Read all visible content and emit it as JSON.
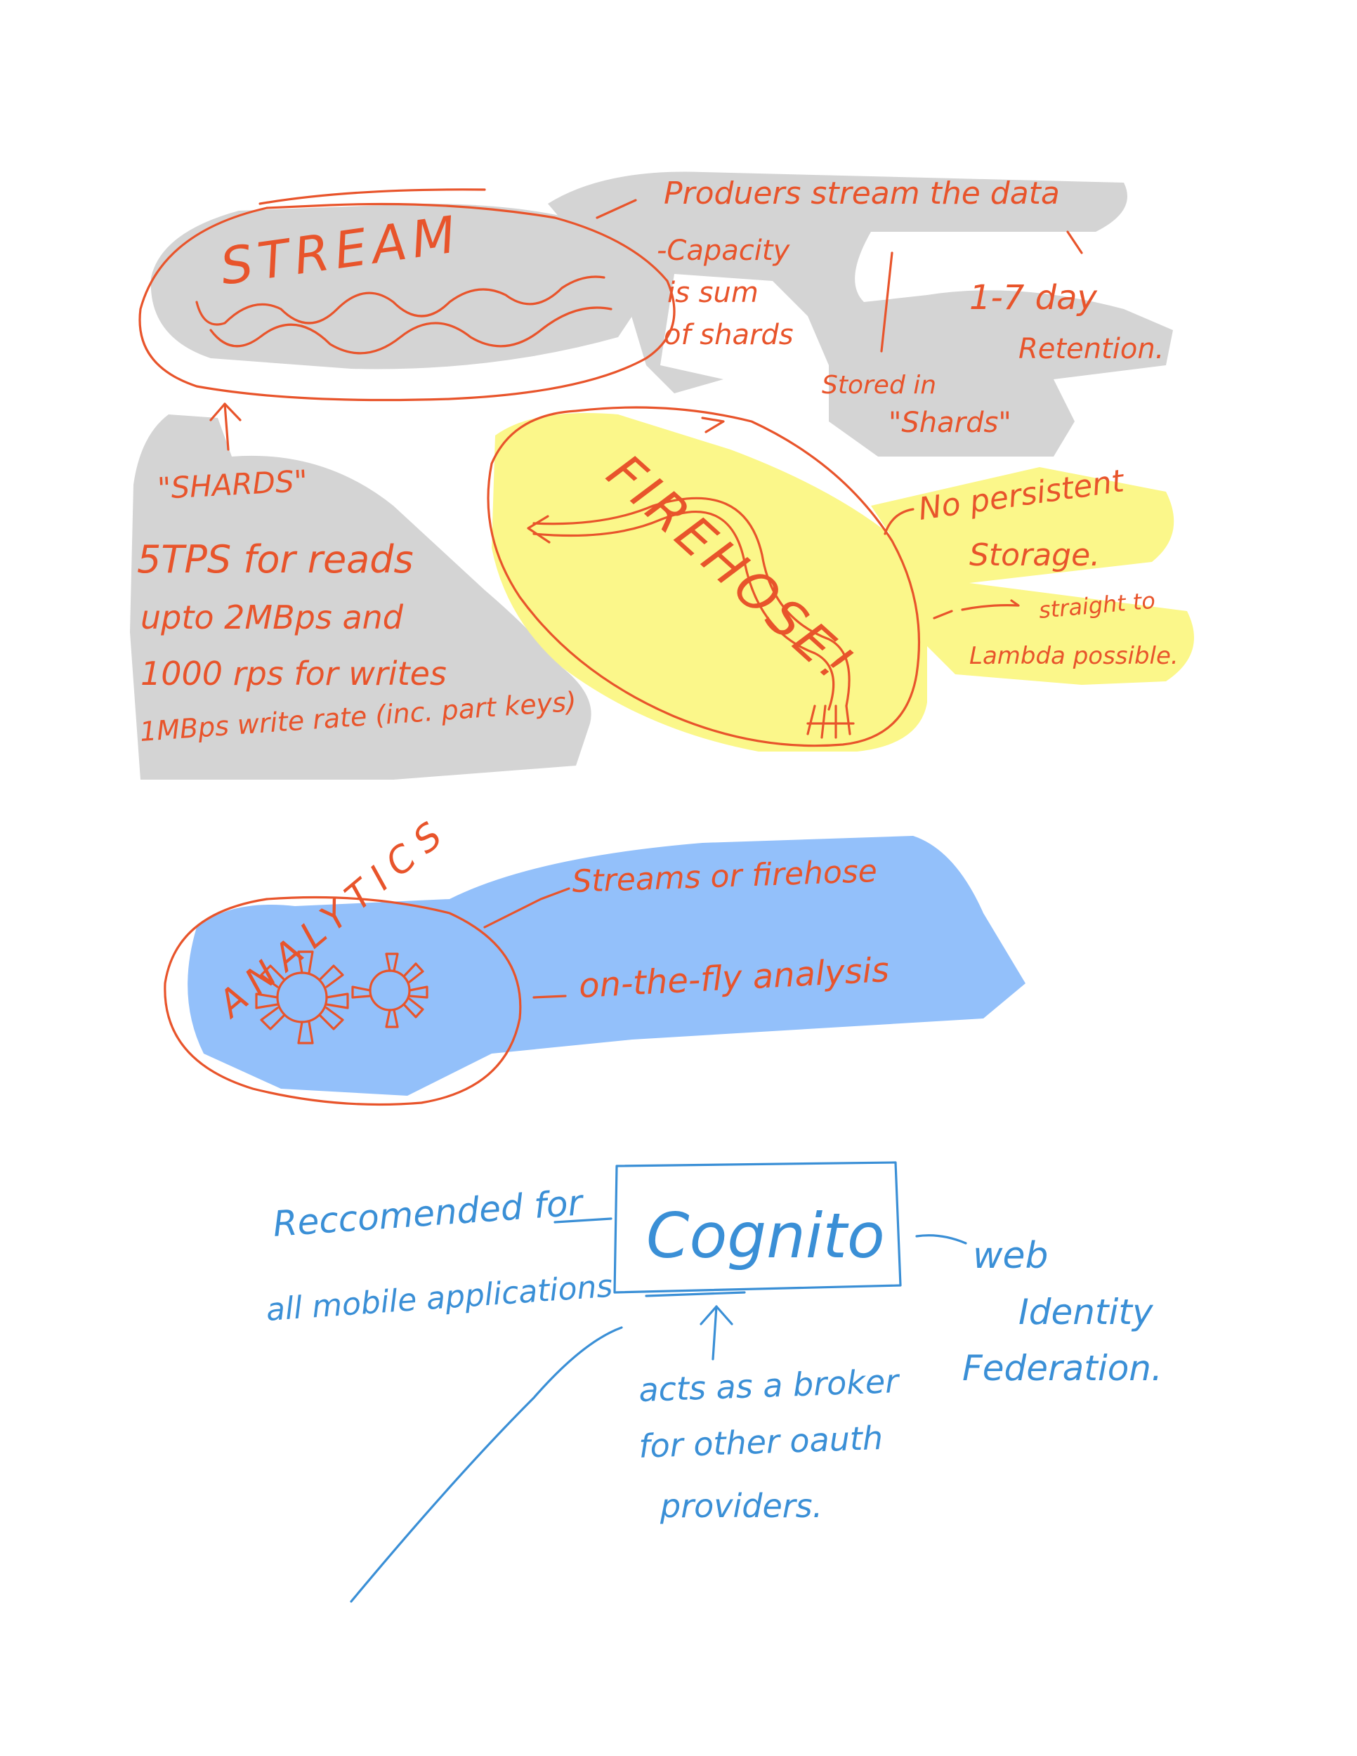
{
  "colors": {
    "ink_orange": "#e8542b",
    "ink_blue": "#3a8fd6",
    "highlight_gray": "#d4d4d4",
    "highlight_yellow": "#fbf78a",
    "highlight_blue": "#93c0fa"
  },
  "stream": {
    "title": "STREAM",
    "producers": "Produers stream the data",
    "capacity": [
      "-Capacity",
      "is sum",
      "of shards"
    ],
    "retention": [
      "1-7 day",
      "Retention."
    ],
    "stored": [
      "Stored in",
      "\"Shards\""
    ]
  },
  "shards": {
    "title": "\"SHARDS\"",
    "lines": [
      "5TPS for reads",
      "upto 2MBps and",
      "1000 rps for writes",
      "1MBps write rate (inc. part keys)"
    ]
  },
  "firehose": {
    "title": "FIREHOSE!",
    "no_persistent": [
      "No persistent",
      "Storage."
    ],
    "lambda": [
      "straight to",
      "Lambda possible."
    ]
  },
  "analytics": {
    "title": "ANALYTICS",
    "streams_or_firehose": "Streams or firehose",
    "on_the_fly": "on-the-fly analysis"
  },
  "cognito": {
    "title": "Cognito",
    "recommended": [
      "Reccomended for",
      "all mobile applications"
    ],
    "web_identity": [
      "web",
      "Identity",
      "Federation."
    ],
    "broker": [
      "acts as a broker",
      "for other oauth",
      "providers."
    ]
  }
}
